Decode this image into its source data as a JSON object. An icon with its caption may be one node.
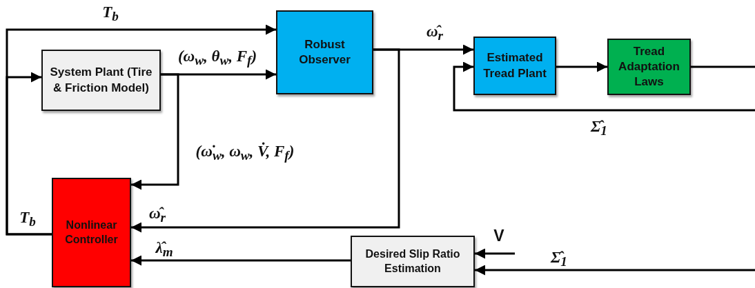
{
  "diagram": {
    "nodes": [
      {
        "text": [
          "System Plant (Tire & Friction Model)"
        ]
      },
      {
        "text": [
          "Robust Observer"
        ]
      },
      {
        "text": [
          "Estimated Tread Plant"
        ]
      },
      {
        "text": [
          "Tread Adaptation Laws"
        ]
      },
      {
        "text": [
          "Nonlinear Controller"
        ]
      },
      {
        "text": [
          "Desired Slip Ratio Estimation"
        ]
      }
    ],
    "edges": [
      {
        "from": 4,
        "to": 1,
        "arrow": "to",
        "label": "T$_{b}$"
      },
      {
        "from": 4,
        "to": 0,
        "arrow": "to",
        "label": "T$_{b}$"
      },
      {
        "from": 0,
        "to": 1,
        "arrow": "to",
        "label": "(ω$_{w}$, θ$_{w}$, F$_{f}$)"
      },
      {
        "from": 0,
        "to": 4,
        "arrow": "to",
        "label": "(ω̇$_{w}$, ω$_{w}$, V̇, F$_{f}$)"
      },
      {
        "from": 1,
        "to": 2,
        "arrow": "to",
        "label": "ω̂$_{r}$"
      },
      {
        "from": 1,
        "to": 4,
        "arrow": "to",
        "label": "ω̂$_{r}$"
      },
      {
        "from": 2,
        "to": 3,
        "arrow": "to"
      },
      {
        "from": 3,
        "to": null,
        "arrow": "none"
      },
      {
        "from": null,
        "to": 2,
        "arrow": "to",
        "label": "Σ̂$_{1}$"
      },
      {
        "from": null,
        "to": 5,
        "arrow": "to",
        "label": "V"
      },
      {
        "from": null,
        "to": 5,
        "arrow": "to",
        "label": "Σ̂$_{1}$"
      },
      {
        "from": 5,
        "to": 4,
        "arrow": "to",
        "label": "λ̂$_{m}$"
      }
    ]
  }
}
